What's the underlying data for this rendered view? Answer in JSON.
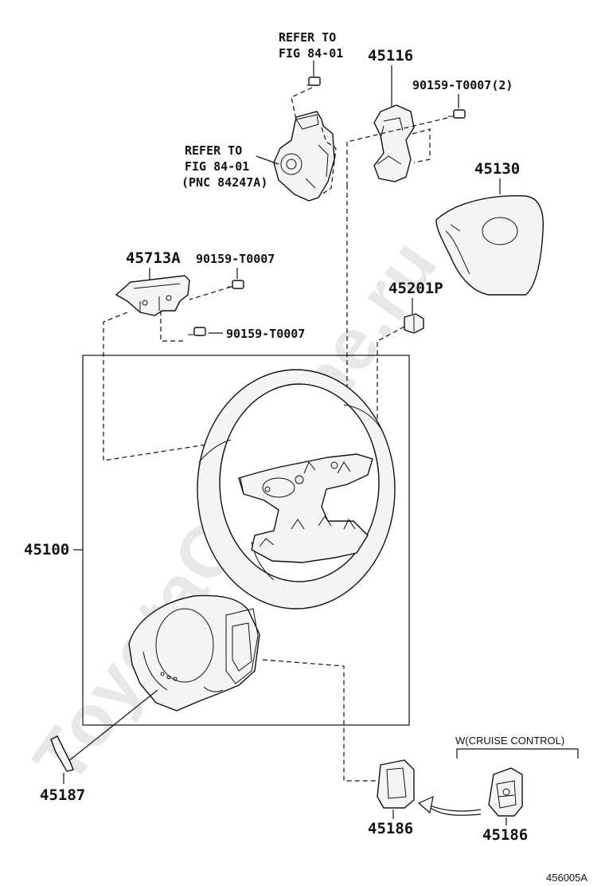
{
  "watermark": "ToyotaCarMine.ru",
  "refer_top": {
    "line1": "REFER TO",
    "line2": "FIG 84-01"
  },
  "refer_mid": {
    "line1": "REFER TO",
    "line2": "FIG 84-01",
    "line3": "(PNC 84247A)"
  },
  "parts": {
    "p45116": "45116",
    "p90159_2": "90159-T0007(2)",
    "p45130": "45130",
    "p45713A": "45713A",
    "p90159_a": "90159-T0007",
    "p90159_b": "90159-T0007",
    "p45201P": "45201P",
    "p45100": "45100",
    "p45187": "45187",
    "p45186_a": "45186",
    "p45186_b": "45186"
  },
  "cruise_note": "W(CRUISE CONTROL)",
  "figure_id": "456005A",
  "colors": {
    "line": "#111111",
    "watermark": "#e8e8e8",
    "background": "#ffffff"
  }
}
